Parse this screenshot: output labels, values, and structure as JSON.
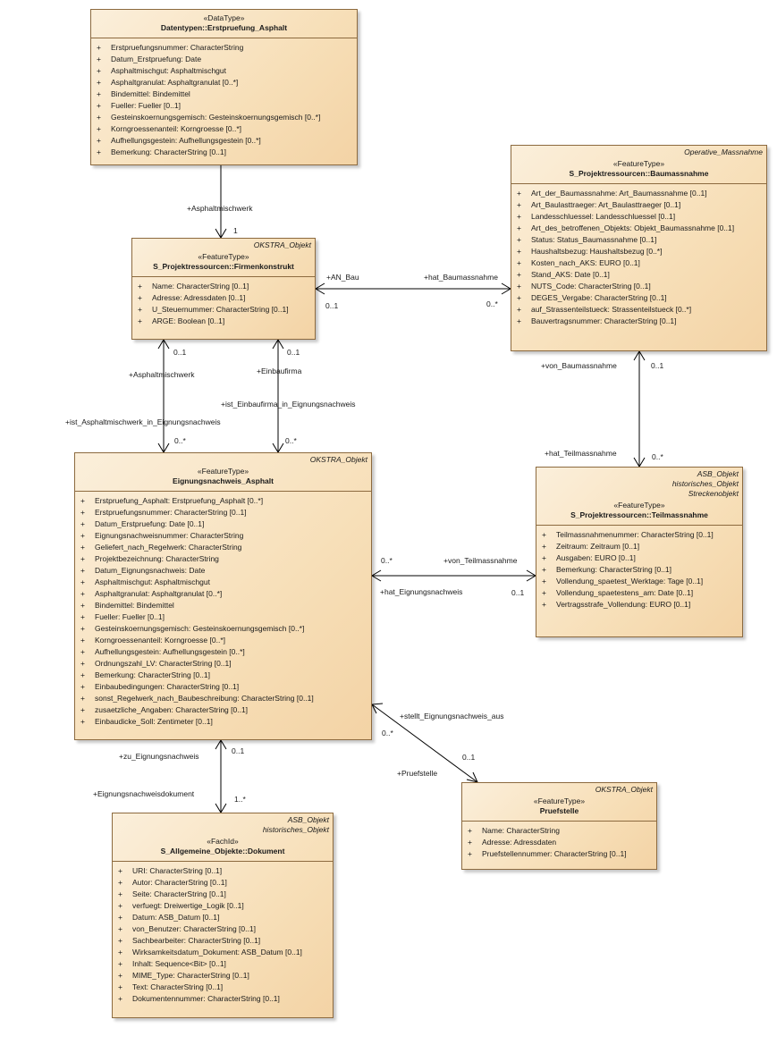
{
  "classes": {
    "erstpruefung": {
      "stereotype": "«DataType»",
      "name": "Datentypen::Erstpruefung_Asphalt",
      "attributes": [
        "Erstpruefungsnummer: CharacterString",
        "Datum_Erstpruefung: Date",
        "Asphaltmischgut: Asphaltmischgut",
        "Asphaltgranulat: Asphaltgranulat [0..*]",
        "Bindemittel: Bindemittel",
        "Fueller: Fueller [0..1]",
        "Gesteinskoernungsgemisch: Gesteinskoernungsgemisch [0..*]",
        "Korngroessenanteil: Korngroesse [0..*]",
        "Aufhellungsgestein: Aufhellungsgestein [0..*]",
        "Bemerkung: CharacterString [0..1]"
      ]
    },
    "firmenkonstrukt": {
      "tag1": "OKSTRA_Objekt",
      "stereotype": "«FeatureType»",
      "name": "S_Projektressourcen::Firmenkonstrukt",
      "attributes": [
        "Name: CharacterString [0..1]",
        "Adresse: Adressdaten [0..1]",
        "U_Steuernummer: CharacterString [0..1]",
        "ARGE: Boolean [0..1]"
      ]
    },
    "baumassnahme": {
      "tag1": "Operative_Massnahme",
      "stereotype": "«FeatureType»",
      "name": "S_Projektressourcen::Baumassnahme",
      "attributes": [
        "Art_der_Baumassnahme: Art_Baumassnahme [0..1]",
        "Art_Baulasttraeger: Art_Baulasttraeger [0..1]",
        "Landesschluessel: Landesschluessel [0..1]",
        "Art_des_betroffenen_Objekts: Objekt_Baumassnahme [0..1]",
        "Status: Status_Baumassnahme [0..1]",
        "Haushaltsbezug: Haushaltsbezug [0..*]",
        "Kosten_nach_AKS: EURO [0..1]",
        "Stand_AKS: Date [0..1]",
        "NUTS_Code: CharacterString [0..1]",
        "DEGES_Vergabe: CharacterString [0..1]",
        "auf_Strassenteilstueck: Strassenteilstueck [0..*]",
        "Bauvertragsnummer: CharacterString [0..1]"
      ]
    },
    "eignungsnachweis": {
      "tag1": "OKSTRA_Objekt",
      "stereotype": "«FeatureType»",
      "name": "Eignungsnachweis_Asphalt",
      "attributes": [
        "Erstpruefung_Asphalt: Erstpruefung_Asphalt [0..*]",
        "Erstpruefungsnummer: CharacterString [0..1]",
        "Datum_Erstpruefung: Date [0..1]",
        "Eignungsnachweisnummer: CharacterString",
        "Geliefert_nach_Regelwerk: CharacterString",
        "Projektbezeichnung: CharacterString",
        "Datum_Eignungsnachweis: Date",
        "Asphaltmischgut: Asphaltmischgut",
        "Asphaltgranulat: Asphaltgranulat [0..*]",
        "Bindemittel: Bindemittel",
        "Fueller: Fueller [0..1]",
        "Gesteinskoernungsgemisch: Gesteinskoernungsgemisch [0..*]",
        "Korngroessenanteil: Korngroesse [0..*]",
        "Aufhellungsgestein: Aufhellungsgestein [0..*]",
        "Ordnungszahl_LV: CharacterString [0..1]",
        "Bemerkung: CharacterString [0..1]",
        "Einbaubedingungen: CharacterString [0..1]",
        "sonst_Regelwerk_nach_Baubeschreibung: CharacterString [0..1]",
        "zusaetzliche_Angaben: CharacterString [0..1]",
        "Einbaudicke_Soll: Zentimeter [0..1]"
      ]
    },
    "teilmassnahme": {
      "tag1": "ASB_Objekt",
      "tag2": "historisches_Objekt",
      "tag3": "Streckenobjekt",
      "stereotype": "«FeatureType»",
      "name": "S_Projektressourcen::Teilmassnahme",
      "attributes": [
        "Teilmassnahmenummer: CharacterString [0..1]",
        "Zeitraum: Zeitraum [0..1]",
        "Ausgaben: EURO [0..1]",
        "Bemerkung: CharacterString [0..1]",
        "Vollendung_spaetest_Werktage: Tage [0..1]",
        "Vollendung_spaetestens_am: Date [0..1]",
        "Vertragsstrafe_Vollendung: EURO [0..1]"
      ]
    },
    "dokument": {
      "tag1": "ASB_Objekt",
      "tag2": "historisches_Objekt",
      "stereotype": "«FachId»",
      "name": "S_Allgemeine_Objekte::Dokument",
      "attributes": [
        "URI: CharacterString [0..1]",
        "Autor: CharacterString [0..1]",
        "Seite: CharacterString [0..1]",
        "verfuegt: Dreiwertige_Logik [0..1]",
        "Datum: ASB_Datum [0..1]",
        "von_Benutzer: CharacterString [0..1]",
        "Sachbearbeiter: CharacterString [0..1]",
        "Wirksamkeitsdatum_Dokument: ASB_Datum [0..1]",
        "Inhalt: Sequence<Bit> [0..1]",
        "MIME_Type: CharacterString [0..1]",
        "Text: CharacterString [0..1]",
        "Dokumentennummer: CharacterString [0..1]"
      ]
    },
    "pruefstelle": {
      "tag1": "OKSTRA_Objekt",
      "stereotype": "«FeatureType»",
      "name": "Pruefstelle",
      "attributes": [
        "Name: CharacterString",
        "Adresse: Adressdaten",
        "Pruefstellennummer: CharacterString [0..1]"
      ]
    }
  },
  "edge_labels": {
    "l1": "+Asphaltmischwerk",
    "l2": "1",
    "l3": "+AN_Bau",
    "l4": "0..1",
    "l5": "+hat_Baumassnahme",
    "l6": "0..*",
    "l7": "0..1",
    "l8": "+Asphaltmischwerk",
    "l9": "+ist_Asphaltmischwerk_in_Eignungsnachweis",
    "l10": "0..*",
    "l11": "0..1",
    "l12": "+Einbaufirma",
    "l13": "+ist_Einbaufirma_in_Eignungsnachweis",
    "l14": "0..*",
    "l15": "+von_Baumassnahme",
    "l16": "0..1",
    "l17": "+hat_Teilmassnahme",
    "l18": "0..*",
    "l19": "0..*",
    "l20": "+von_Teilmassnahme",
    "l21": "+hat_Eignungsnachweis",
    "l22": "0..1",
    "l23": "+stellt_Eignungsnachweis_aus",
    "l24": "0..*",
    "l25": "0..1",
    "l26": "+Pruefstelle",
    "l27": "+zu_Eignungsnachweis",
    "l28": "0..1",
    "l29": "+Eignungsnachweisdokument",
    "l30": "1..*"
  }
}
